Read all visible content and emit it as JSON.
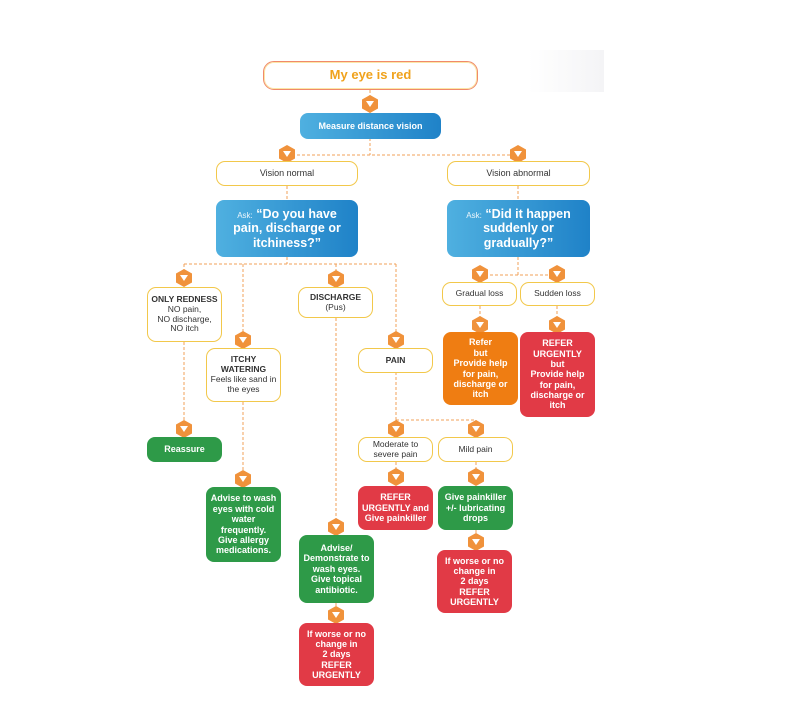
{
  "title": "My eye is red",
  "measure": "Measure distance vision",
  "vision_normal": "Vision normal",
  "vision_abnormal": "Vision  abnormal",
  "ask_left": {
    "ask": "Ask:",
    "question": "“Do you have pain, discharge or itchiness?”"
  },
  "ask_right": {
    "ask": "Ask:",
    "question": "“Did it happen suddenly or gradually?”"
  },
  "only_redness": {
    "heading": "ONLY REDNESS",
    "lines": [
      "NO pain,",
      "NO discharge,",
      "NO itch"
    ]
  },
  "itchy": {
    "heading_1": "ITCHY",
    "heading_2": "WATERING",
    "lines": [
      "Feels like sand in",
      "the eyes"
    ]
  },
  "discharge": {
    "heading": "DISCHARGE",
    "sub": "(Pus)"
  },
  "pain": "PAIN",
  "reassure": "Reassure",
  "advise_wash": [
    "Advise to wash",
    "eyes with cold",
    "water",
    "frequently.",
    "Give allergy",
    "medications."
  ],
  "advise_demo": [
    "Advise/",
    "Demonstrate to",
    "wash eyes.",
    "Give topical",
    "antibiotic."
  ],
  "worse_left": [
    "If worse or no",
    "change in",
    "2 days",
    "REFER",
    "URGENTLY"
  ],
  "moderate": [
    "Moderate to",
    "severe pain"
  ],
  "mild": "Mild pain",
  "refer_painkiller": [
    "REFER",
    "URGENTLY and",
    "Give painkiller"
  ],
  "give_painkiller": [
    "Give painkiller",
    "+/- lubricating",
    "drops"
  ],
  "worse_right": [
    "If worse or no",
    "change in",
    "2 days",
    "REFER",
    "URGENTLY"
  ],
  "gradual": "Gradual loss",
  "sudden": "Sudden loss",
  "refer_provide": [
    "Refer",
    "but",
    "Provide help",
    "for pain,",
    "discharge or",
    "itch"
  ],
  "refer_urgently_provide": [
    "REFER",
    "URGENTLY",
    "but",
    "Provide help",
    "for pain,",
    "discharge or",
    "itch"
  ],
  "colors": {
    "connector": "#f0a05a",
    "marker": "#f0923b",
    "green": "#2e9a48",
    "red": "#e13a46",
    "orange": "#ef7d12",
    "blue": "#1f82c8",
    "title_text": "#f0a21c"
  }
}
